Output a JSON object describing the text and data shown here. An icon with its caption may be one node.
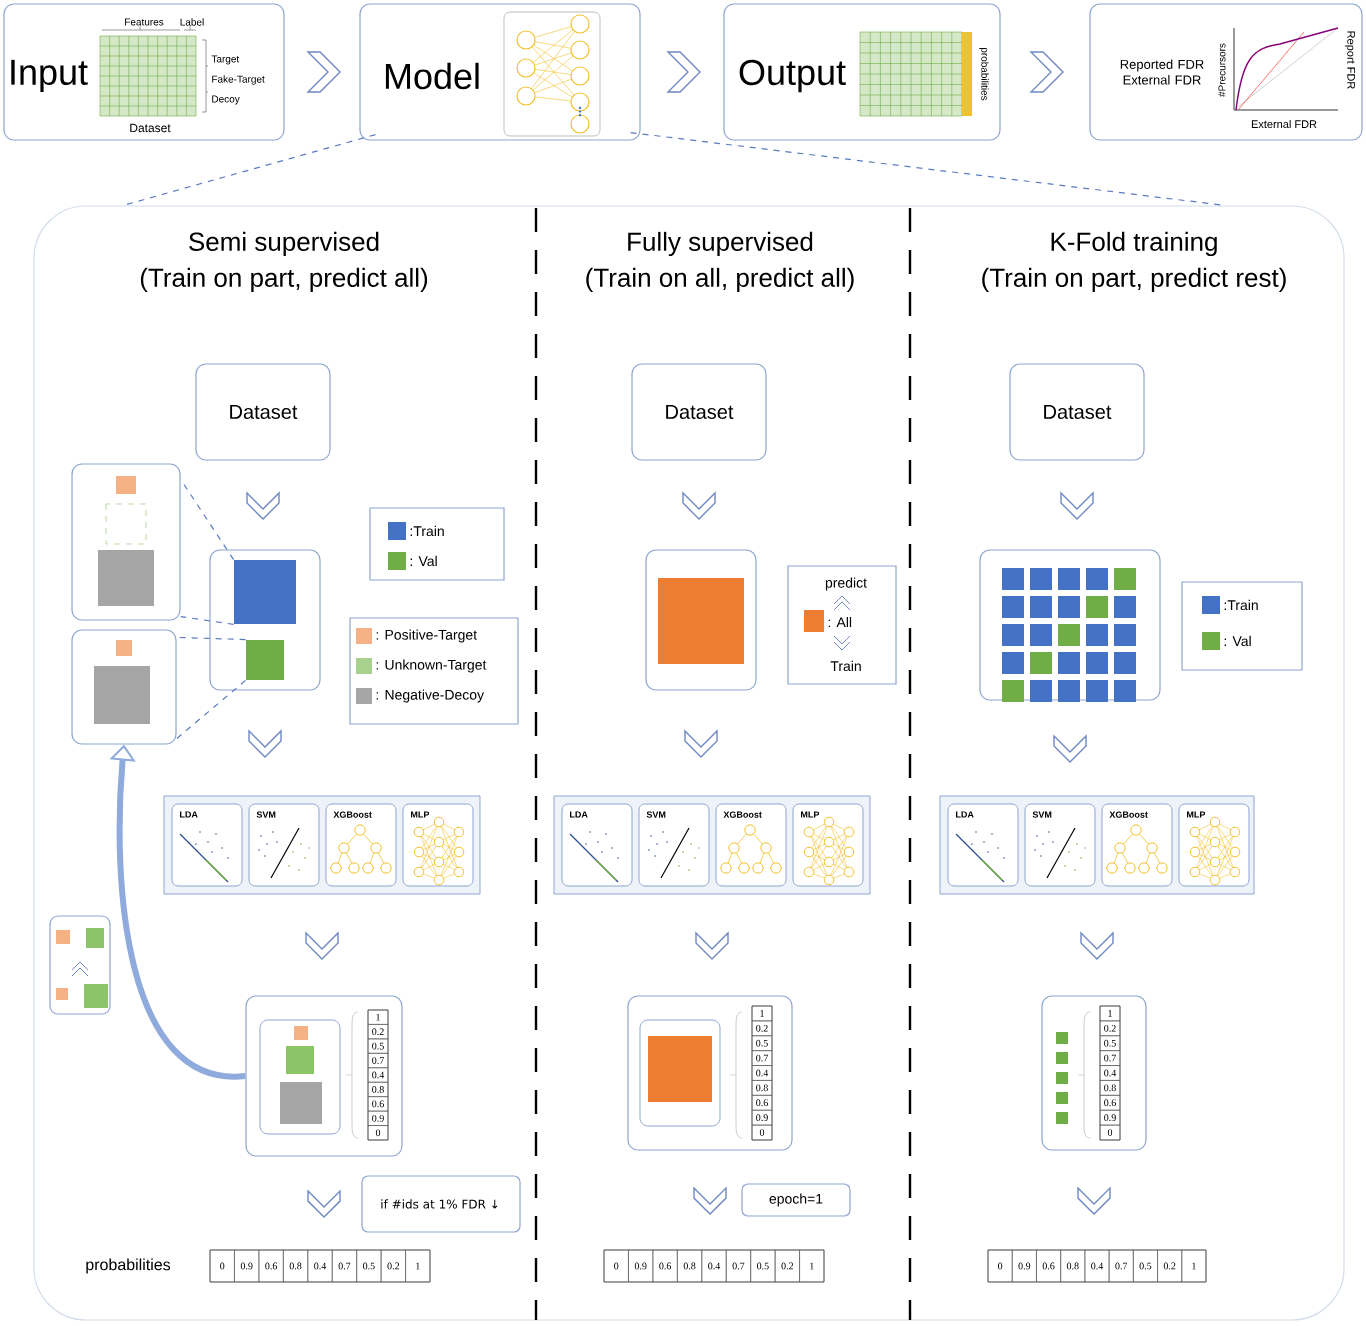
{
  "diagram": {
    "nodes": [
      {
        "text": [
          "Input",
          "Features",
          "Label",
          "Target",
          "Fake-Target",
          "Decoy",
          "Dataset"
        ]
      },
      {
        "text": [
          "Model"
        ]
      },
      {
        "text": [
          "Output",
          "probabilities"
        ]
      },
      {
        "text": [
          "Reported FDR External FDR",
          "#Precursors",
          "External FDR",
          "Report FDR"
        ]
      },
      {
        "text": [],
        "shape": "box"
      },
      {
        "text": [
          "Dataset"
        ],
        "in": 4
      },
      {
        "text": [],
        "shape": "box",
        "in": 4
      },
      {
        "text": [],
        "shape": "box",
        "in": 6
      },
      {
        "text": [],
        "shape": "box",
        "in": 6
      },
      {
        "text": [],
        "shape": "box",
        "in": 4
      },
      {
        "text": [],
        "shape": "box",
        "in": 4
      },
      {
        "text": [],
        "shape": "box",
        "in": 4
      },
      {
        "text": [
          "LDA"
        ],
        "in": 11
      },
      {
        "text": [
          "SVM"
        ],
        "in": 11
      },
      {
        "text": [
          "XGBoost"
        ],
        "in": 11
      },
      {
        "text": [
          "MLP"
        ],
        "in": 11
      },
      {
        "text": [],
        "shape": "box",
        "in": 4
      },
      {
        "text": [
          "1",
          "0.2",
          "0.5",
          "0.7",
          "0.4",
          "0.8",
          "0.6",
          "0.9",
          "0"
        ],
        "in": 16
      },
      {
        "text": [],
        "shape": "box",
        "in": 4
      },
      {
        "text": [
          "if #ids at 1% FDR ↓"
        ],
        "in": 4
      },
      {
        "text": [
          "0",
          "0.9",
          "0.6",
          "0.8",
          "0.4",
          "0.7",
          "0.5",
          "0.2",
          "1"
        ],
        "in": 4
      },
      {
        "text": [
          "Dataset"
        ],
        "in": 4
      },
      {
        "text": [],
        "shape": "box",
        "in": 4
      },
      {
        "text": [
          "predict",
          ": All",
          "Train"
        ],
        "in": 4
      },
      {
        "text": [],
        "shape": "box",
        "in": 4
      },
      {
        "text": [
          "LDA"
        ],
        "in": 24
      },
      {
        "text": [
          "SVM"
        ],
        "in": 24
      },
      {
        "text": [
          "XGBoost"
        ],
        "in": 24
      },
      {
        "text": [
          "MLP"
        ],
        "in": 24
      },
      {
        "text": [],
        "shape": "box",
        "in": 4
      },
      {
        "text": [
          "1",
          "0.2",
          "0.5",
          "0.7",
          "0.4",
          "0.8",
          "0.6",
          "0.9",
          "0"
        ],
        "in": 29
      },
      {
        "text": [
          "epoch=1"
        ],
        "in": 4
      },
      {
        "text": [
          "0",
          "0.9",
          "0.6",
          "0.8",
          "0.4",
          "0.7",
          "0.5",
          "0.2",
          "1"
        ],
        "in": 4
      },
      {
        "text": [
          "Dataset"
        ],
        "in": 4
      },
      {
        "text": [],
        "shape": "box",
        "in": 4
      },
      {
        "text": [],
        "shape": "box",
        "in": 4
      },
      {
        "text": [
          "LDA"
        ],
        "in": 35
      },
      {
        "text": [
          "SVM"
        ],
        "in": 35
      },
      {
        "text": [
          "XGBoost"
        ],
        "in": 35
      },
      {
        "text": [
          "MLP"
        ],
        "in": 35
      },
      {
        "text": [],
        "shape": "box",
        "in": 4
      },
      {
        "text": [
          "1",
          "0.2",
          "0.5",
          "0.7",
          "0.4",
          "0.8",
          "0.6",
          "0.9",
          "0"
        ],
        "in": 40
      },
      {
        "text": [
          "0",
          "0.9",
          "0.6",
          "0.8",
          "0.4",
          "0.7",
          "0.5",
          "0.2",
          "1"
        ],
        "in": 4
      }
    ],
    "edges": [
      {
        "from": 0,
        "to": 1,
        "arrow": "to"
      },
      {
        "from": 1,
        "to": 2,
        "arrow": "to"
      },
      {
        "from": 2,
        "to": 3,
        "arrow": "to"
      },
      {
        "from": 1,
        "to": 4,
        "arrow": "none",
        "style": "dashed"
      },
      {
        "from": 1,
        "to": 4,
        "arrow": "none",
        "style": "dashed"
      },
      {
        "from": 5,
        "to": 6,
        "arrow": "to"
      },
      {
        "from": 7,
        "to": 9,
        "arrow": "none",
        "style": "dashed"
      },
      {
        "from": 7,
        "to": 9,
        "arrow": "none",
        "style": "dashed"
      },
      {
        "from": 8,
        "to": 10,
        "arrow": "none",
        "style": "dashed"
      },
      {
        "from": 8,
        "to": 10,
        "arrow": "none",
        "style": "dashed"
      },
      {
        "from": 6,
        "to": 11,
        "arrow": "to"
      },
      {
        "from": 11,
        "to": 16,
        "arrow": "to"
      },
      {
        "from": 16,
        "to": 20,
        "arrow": "to"
      },
      {
        "from": 16,
        "to": 10,
        "arrow": "to",
        "style": "thick"
      },
      {
        "from": 21,
        "to": 22,
        "arrow": "to"
      },
      {
        "from": 22,
        "to": 24,
        "arrow": "to"
      },
      {
        "from": 24,
        "to": 29,
        "arrow": "to"
      },
      {
        "from": 29,
        "to": 32,
        "arrow": "to"
      },
      {
        "from": 33,
        "to": 34,
        "arrow": "to"
      },
      {
        "from": 34,
        "to": 35,
        "arrow": "to"
      },
      {
        "from": 35,
        "to": 40,
        "arrow": "to"
      },
      {
        "from": 40,
        "to": 42,
        "arrow": "to"
      }
    ],
    "labels": [
      "Semi supervised",
      "(Train on part, predict all)",
      "Fully supervised",
      "(Train on all, predict all)",
      "K-Fold training",
      "(Train on part, predict rest)",
      "probabilities"
    ],
    "legend": [
      {
        "text": ":Train",
        "color": "#4472c4"
      },
      {
        "text": ": Val",
        "color": "#70ad47"
      },
      {
        "text": ": Positive-Target",
        "color": "#f4b183"
      },
      {
        "text": ": Unknown-Target",
        "color": "#a9d18e"
      },
      {
        "text": ": Negative-Decoy",
        "color": "#a5a5a5"
      },
      {
        "text": ":Train",
        "color": "#4472c4"
      },
      {
        "text": ": Val",
        "color": "#70ad47"
      }
    ]
  }
}
